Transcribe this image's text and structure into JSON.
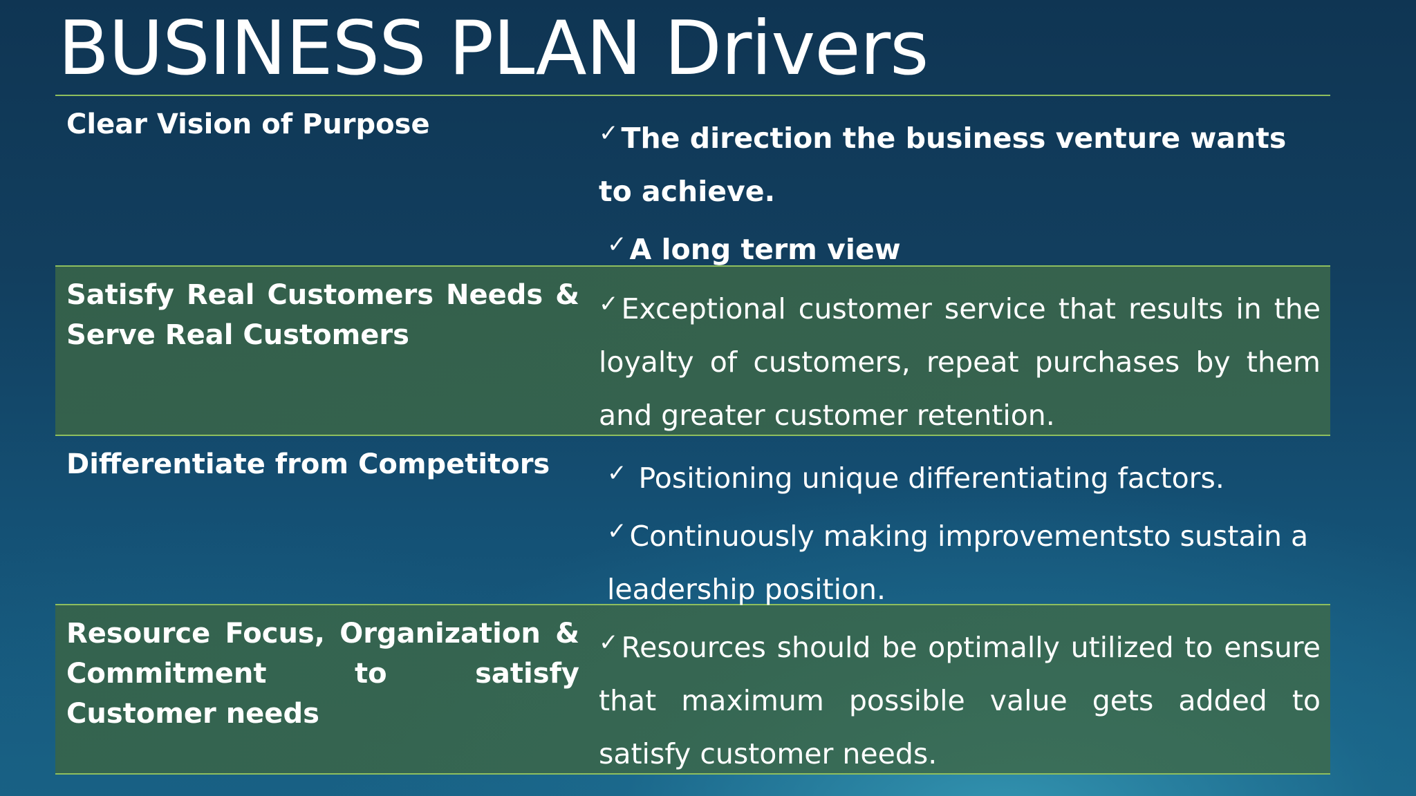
{
  "slide": {
    "title": "BUSINESS PLAN Drivers"
  },
  "rows": [
    {
      "label": "Clear Vision of Purpose",
      "points": [
        "The direction the business venture wants to achieve.",
        "A long term view"
      ]
    },
    {
      "label": "Satisfy Real Customers Needs  & Serve Real Customers",
      "points": [
        "Exceptional customer service that results in  the loyalty of customers, repeat purchases by  them and greater customer retention."
      ]
    },
    {
      "label": "Differentiate from Competitors",
      "points": [
        " Positioning unique differentiating factors.",
        "Continuously    making  improvementsto sustain a leadership position."
      ]
    },
    {
      "label": "Resource Focus, Organization  & Commitment to satisfy  Customer needs",
      "points": [
        "Resources should be optimally utilized to  ensure that maximum possible value gets  added to satisfy customer needs."
      ]
    }
  ],
  "icons": {
    "bullet": "check-icon",
    "glyph": "✓"
  },
  "colors": {
    "divider": "#8fbf5e",
    "shaded_row": "#3c6a4a",
    "background": "#134a6c",
    "text": "#ffffff"
  }
}
